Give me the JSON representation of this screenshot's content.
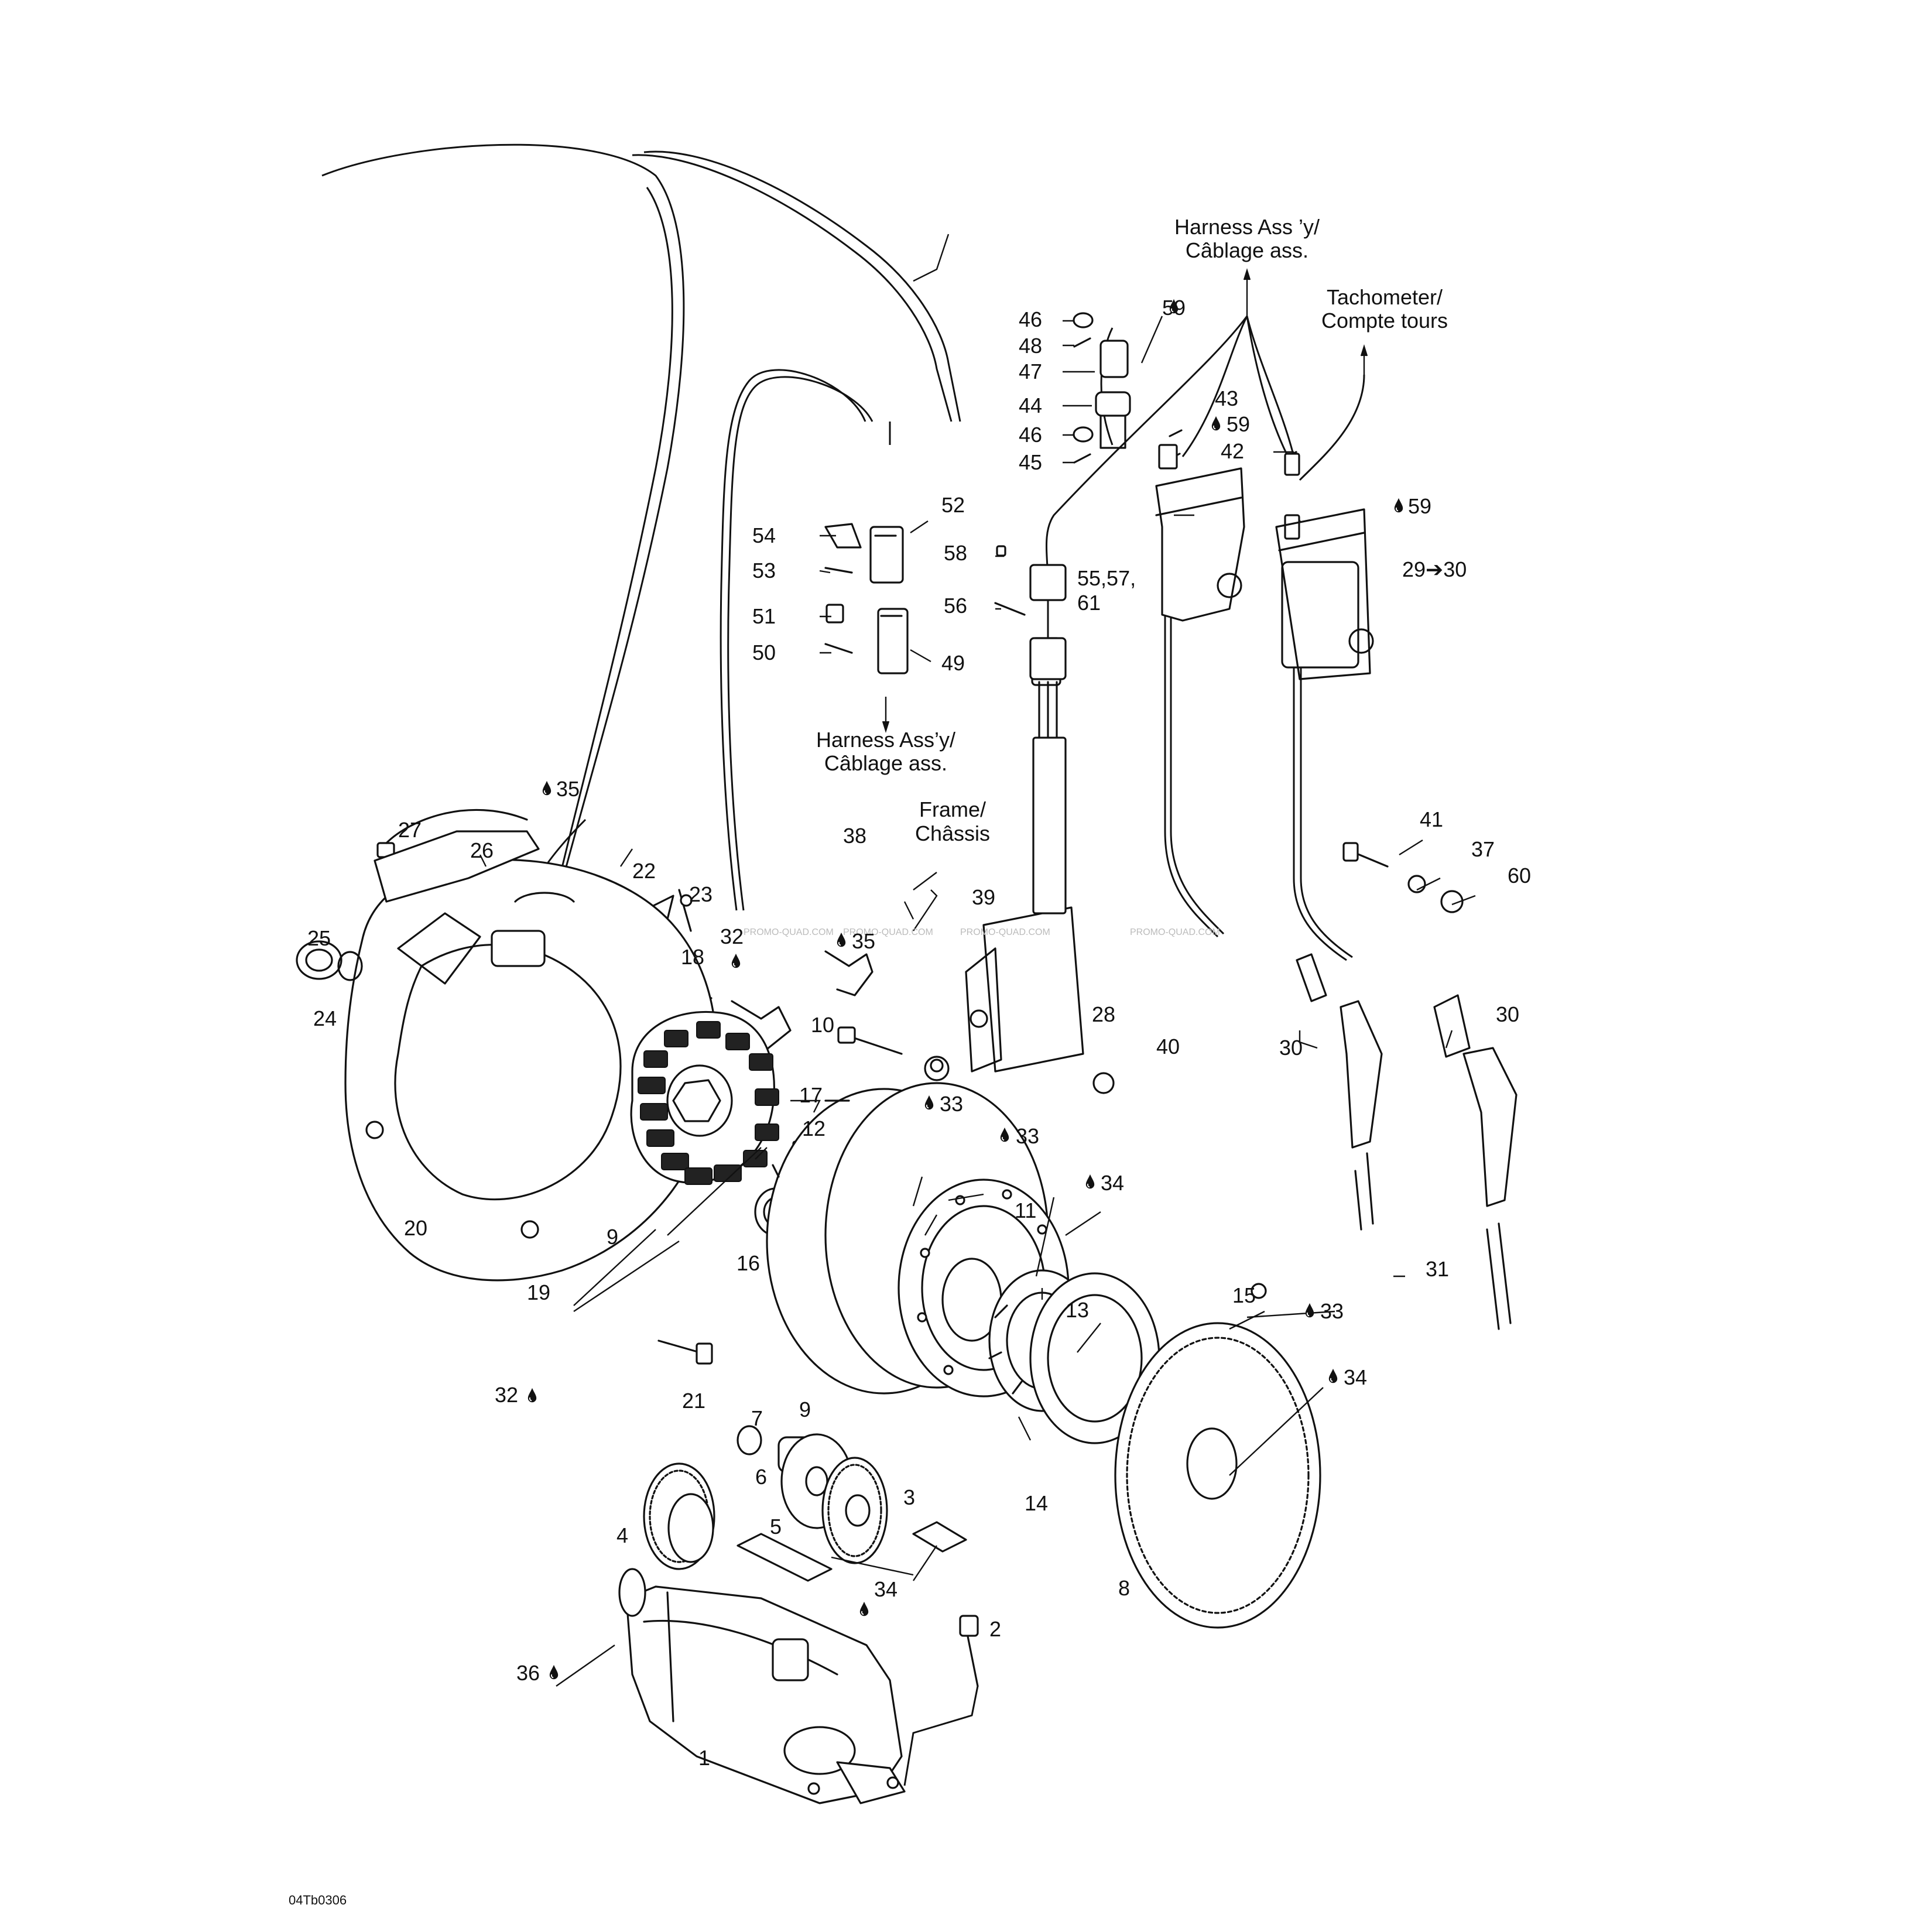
{
  "diagram": {
    "code": "04Tb0306",
    "watermark": "PROMO-QUAD.COM",
    "annotations": {
      "harness_top": [
        "Harness Ass ’y/",
        "Câblage ass."
      ],
      "tachometer": [
        "Tachometer/",
        "Compte tours"
      ],
      "harness_mid": [
        "Harness Ass’y/",
        "Câblage ass."
      ],
      "frame": [
        "Frame/",
        "Châssis"
      ]
    },
    "callouts": {
      "c1": "1",
      "c2": "2",
      "c3": "3",
      "c4": "4",
      "c5": "5",
      "c6": "6",
      "c7": "7",
      "c8": "8",
      "c9a": "9",
      "c9b": "9",
      "c10": "10",
      "c11": "11",
      "c12": "12",
      "c13": "13",
      "c14": "14",
      "c15": "15",
      "c16": "16",
      "c17": "17",
      "c18": "18",
      "c19": "19",
      "c20": "20",
      "c21": "21",
      "c22": "22",
      "c23": "23",
      "c24": "24",
      "c25": "25",
      "c26": "26",
      "c27": "27",
      "c28": "28",
      "c29": "29➔30",
      "c30a": "30",
      "c30b": "30",
      "c31": "31",
      "c32a": "32",
      "c32b": "32",
      "c33a": "33",
      "c33b": "33",
      "c33c": "33",
      "c34a": "34",
      "c34b": "34",
      "c34c": "34",
      "c35a": "35",
      "c35b": "35",
      "c36": "36",
      "c37": "37",
      "c38": "38",
      "c39": "39",
      "c40": "40",
      "c41": "41",
      "c42": "42",
      "c43": "43",
      "c44": "44",
      "c45": "45",
      "c46a": "46",
      "c46b": "46",
      "c47": "47",
      "c48": "48",
      "c49": "49",
      "c50": "50",
      "c51": "51",
      "c52": "52",
      "c53": "53",
      "c54": "54",
      "c55a": "55,57,",
      "c55b": "61",
      "c56": "56",
      "c58": "58",
      "c59a": "59",
      "c59b": "59",
      "c59c": "59",
      "c60": "60"
    }
  }
}
